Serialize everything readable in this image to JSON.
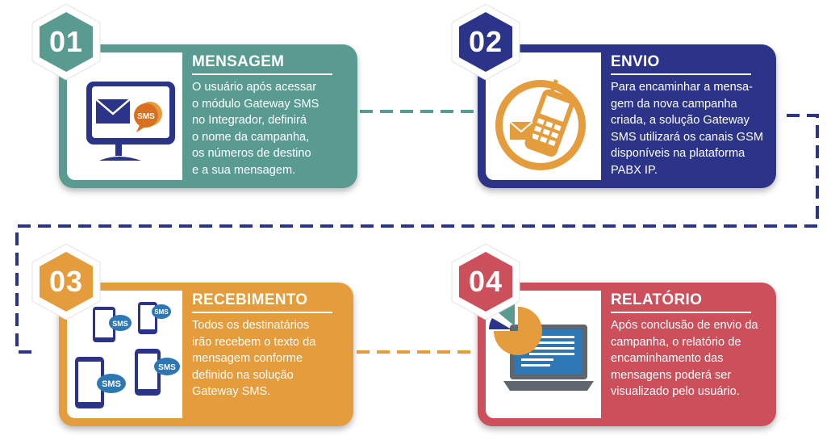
{
  "colors": {
    "step1": "#5a9b91",
    "step2": "#2b3488",
    "step3": "#e59c3c",
    "step4": "#cc505c"
  },
  "steps": [
    {
      "number": "01",
      "title": "MENSAGEM",
      "lines": [
        "O usuário após acessar",
        "o módulo Gateway SMS",
        "no Integrador, definirá",
        "o nome da campanha,",
        "os números de destino",
        "e a sua mensagem."
      ],
      "icon": "monitor-envelope-sms-icon"
    },
    {
      "number": "02",
      "title": "ENVIO",
      "lines": [
        "Para encaminhar a mensa-",
        "gem da nova campanha",
        "criada, a solução Gateway",
        "SMS utilizará os canais GSM",
        "disponíveis na plataforma",
        "PABX IP."
      ],
      "icon": "mobile-phone-envelope-icon"
    },
    {
      "number": "03",
      "title": "RECEBIMENTO",
      "lines": [
        "Todos os destinatários",
        "irão recebem o texto da",
        "mensagem conforme",
        "definido na solução",
        "Gateway SMS."
      ],
      "icon": "smartphones-sms-icon",
      "sms_label": "SMS"
    },
    {
      "number": "04",
      "title": "RELATÓRIO",
      "lines": [
        "Após conclusão de envio da",
        "campanha, o relatório de",
        "encaminhamento das",
        "mensagens poderá ser",
        "visualizado pelo usuário."
      ],
      "icon": "laptop-pie-chart-icon"
    }
  ]
}
